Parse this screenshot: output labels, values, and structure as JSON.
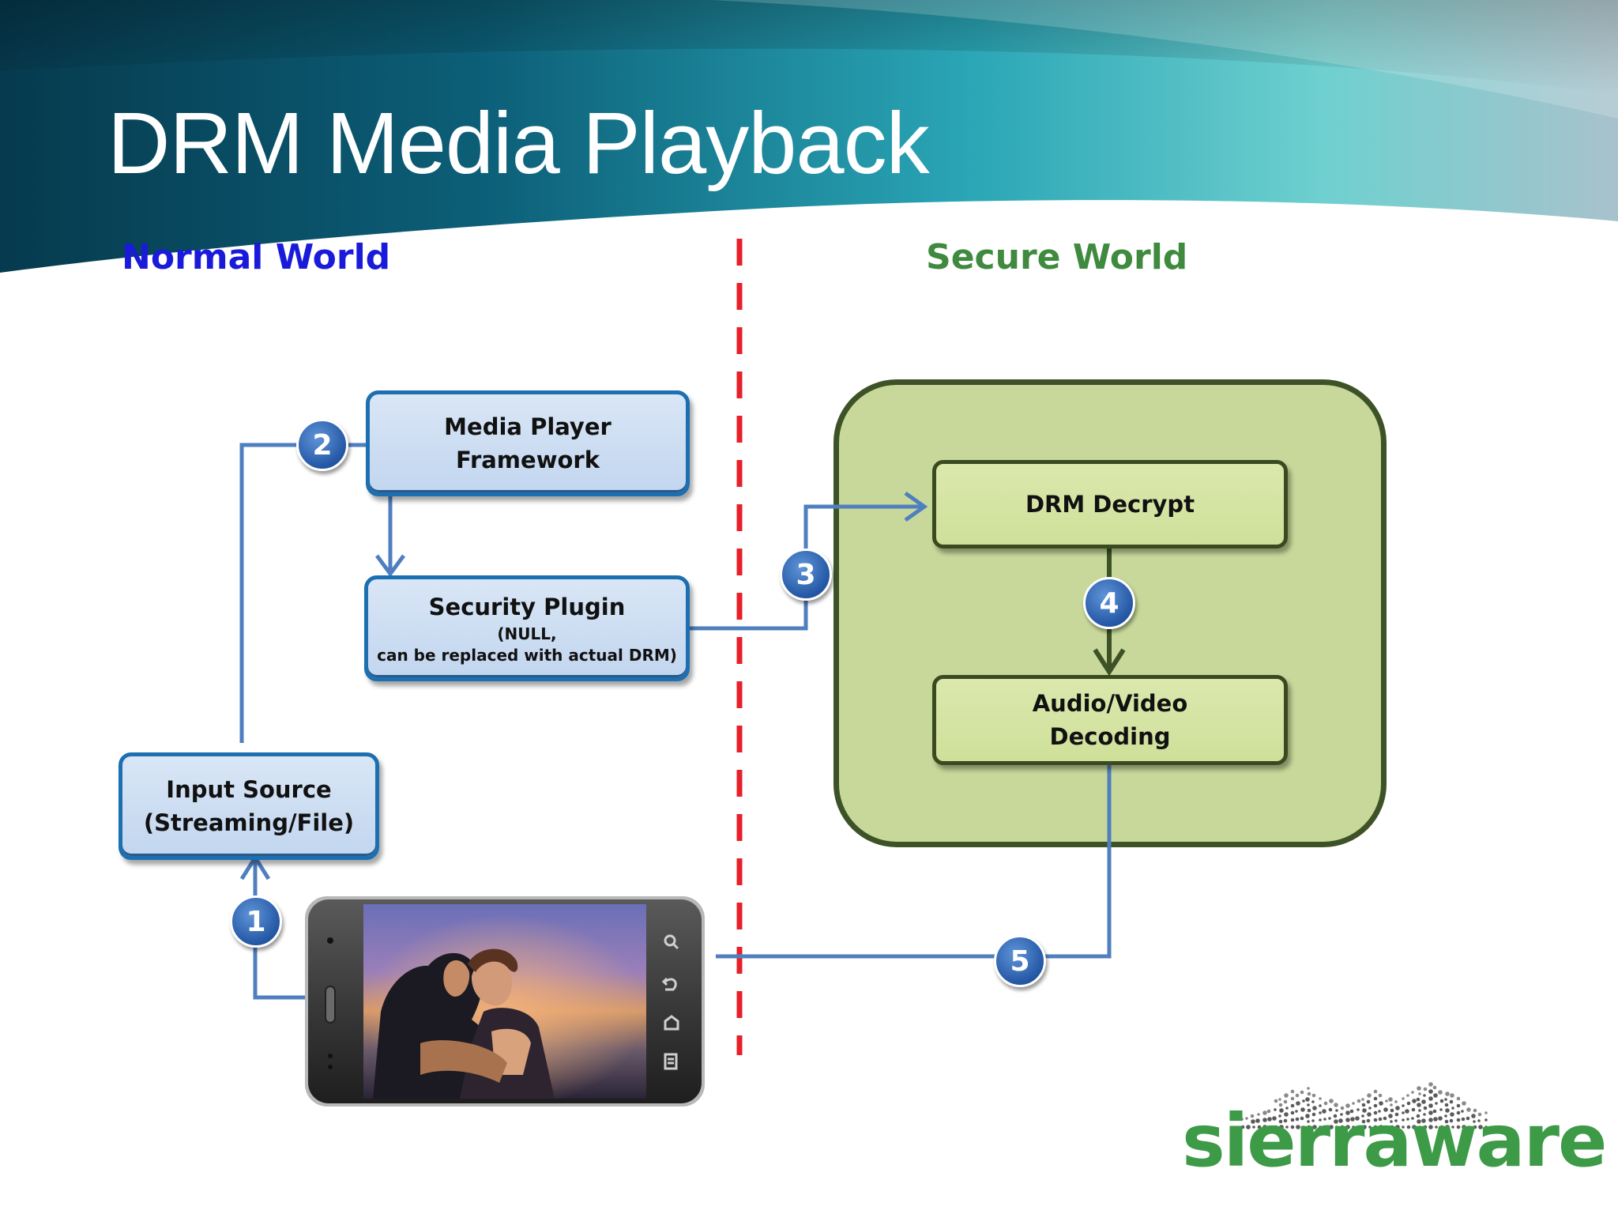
{
  "title": "DRM Media Playback",
  "normal_world": "Normal World",
  "secure_world": "Secure World",
  "boxes": {
    "media_player": [
      "Media Player",
      "Framework"
    ],
    "security_plugin": {
      "title": "Security Plugin",
      "note1": "(NULL,",
      "note2": "can be replaced with actual DRM)"
    },
    "input_source": [
      "Input Source",
      "(Streaming/File)"
    ],
    "drm_decrypt": "DRM Decrypt",
    "av_decoding": [
      "Audio/Video",
      "Decoding"
    ]
  },
  "steps": [
    "1",
    "2",
    "3",
    "4",
    "5"
  ],
  "logo": "sierraware",
  "colors": {
    "normal_world": "#1a1adb",
    "secure_world": "#3f8a3f",
    "divider": "#e8202a",
    "blue_arrow": "#4f7fbf",
    "green_arrow": "#3d5226",
    "logo": "#3d9a47"
  },
  "icons": [
    "phone-icon",
    "search-icon",
    "back-icon",
    "home-icon",
    "menu-icon"
  ]
}
